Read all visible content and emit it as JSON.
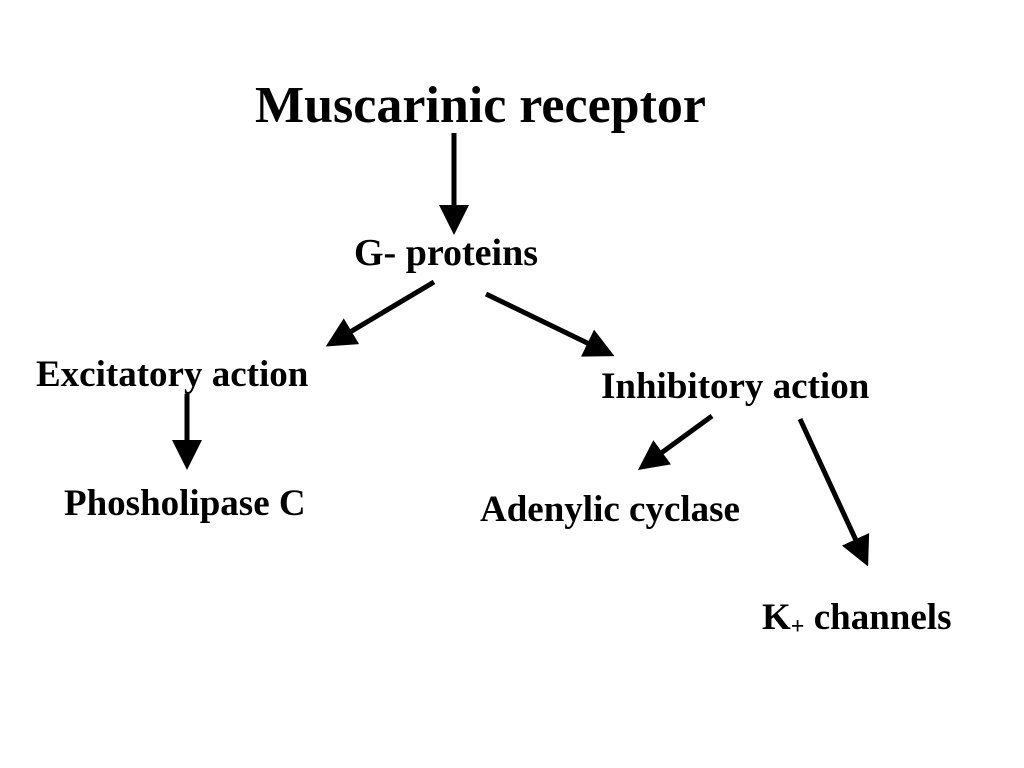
{
  "diagram": {
    "root": "Muscarinic receptor",
    "level1": "G- proteins",
    "level2_left": "Excitatory action",
    "level2_right": "Inhibitory action",
    "level3_left": "Phosholipase C",
    "level3_middle": "Adenylic cyclase",
    "level3_right_prefix": "K",
    "level3_right_sub": "+",
    "level3_right_suffix": " channels"
  },
  "colors": {
    "text": "#000000",
    "arrow": "#000000",
    "background": "#ffffff"
  }
}
